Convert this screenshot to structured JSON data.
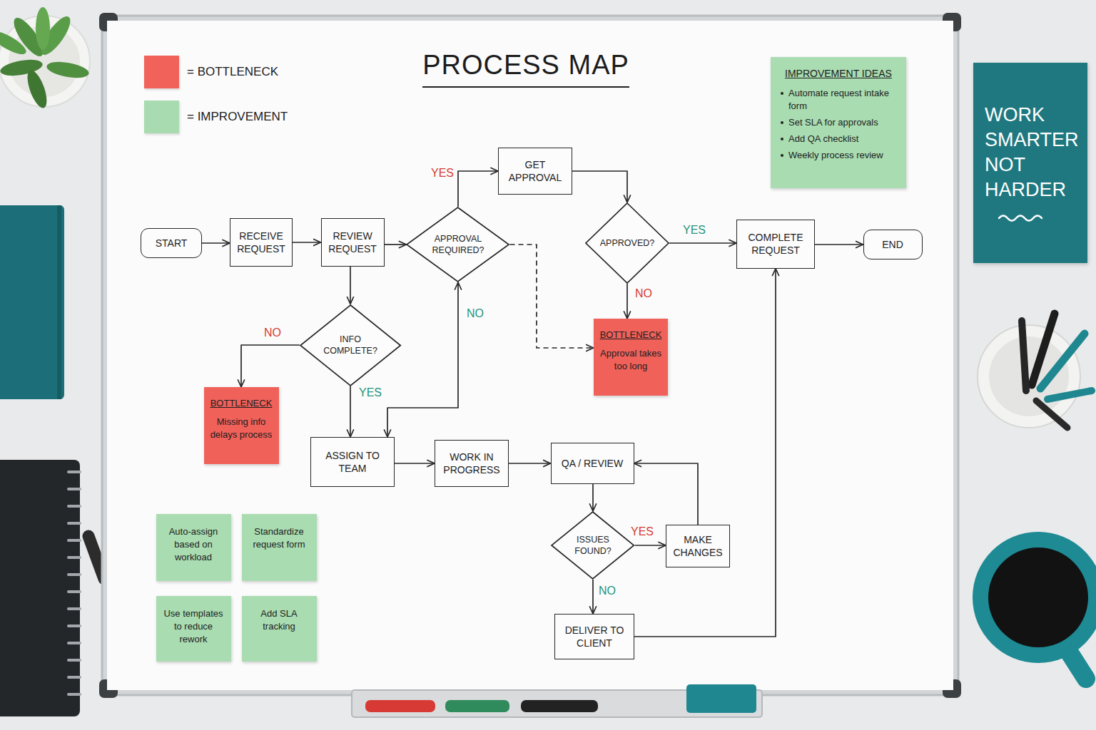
{
  "diagram": {
    "title": "PROCESS MAP",
    "nodes": [
      {
        "text": [
          "START"
        ]
      },
      {
        "text": [
          "RECEIVE REQUEST"
        ]
      },
      {
        "text": [
          "REVIEW REQUEST"
        ]
      },
      {
        "text": [
          "APPROVAL REQUIRED?"
        ]
      },
      {
        "text": [
          "GET APPROVAL"
        ]
      },
      {
        "text": [
          "APPROVED?"
        ]
      },
      {
        "text": [
          "COMPLETE REQUEST"
        ]
      },
      {
        "text": [
          "END"
        ]
      },
      {
        "text": [
          "INFO COMPLETE?"
        ]
      },
      {
        "text": [
          "BOTTLENECK",
          "Missing info delays process"
        ]
      },
      {
        "text": [
          "BOTTLENECK",
          "Approval takes too long"
        ]
      },
      {
        "text": [
          "ASSIGN TO TEAM"
        ]
      },
      {
        "text": [
          "WORK IN PROGRESS"
        ]
      },
      {
        "text": [
          "QA / REVIEW"
        ]
      },
      {
        "text": [
          "ISSUES FOUND?"
        ]
      },
      {
        "text": [
          "MAKE CHANGES"
        ]
      },
      {
        "text": [
          "DELIVER TO CLIENT"
        ]
      },
      {
        "text": [
          "IMPROVEMENT IDEAS",
          "Automate request intake form",
          "Set SLA for approvals",
          "Add QA checklist",
          "Weekly process review"
        ]
      },
      {
        "text": [
          "Auto-assign based on workload"
        ]
      },
      {
        "text": [
          "Standardize request form"
        ]
      },
      {
        "text": [
          "Use templates to reduce rework"
        ]
      },
      {
        "text": [
          "Add SLA tracking"
        ]
      },
      {
        "text": [
          "WORK SMARTER NOT HARDER"
        ]
      }
    ],
    "edges": [
      {
        "from": 0,
        "to": 1,
        "arrow": "to"
      },
      {
        "from": 1,
        "to": 2,
        "arrow": "to"
      },
      {
        "from": 2,
        "to": 3,
        "arrow": "to"
      },
      {
        "from": 2,
        "to": 8,
        "arrow": "to"
      },
      {
        "from": 3,
        "to": 4,
        "label": "YES",
        "arrow": "to"
      },
      {
        "from": 3,
        "to": 11,
        "label": "NO",
        "arrow": "both"
      },
      {
        "from": 3,
        "to": 10,
        "arrow": "to"
      },
      {
        "from": 4,
        "to": 5,
        "arrow": "to"
      },
      {
        "from": 5,
        "to": 6,
        "label": "YES",
        "arrow": "to"
      },
      {
        "from": 5,
        "to": 10,
        "label": "NO",
        "arrow": "to"
      },
      {
        "from": 6,
        "to": 7,
        "arrow": "to"
      },
      {
        "from": 8,
        "to": 9,
        "label": "NO",
        "arrow": "to"
      },
      {
        "from": 8,
        "to": 11,
        "label": "YES",
        "arrow": "to"
      },
      {
        "from": 11,
        "to": 12,
        "arrow": "to"
      },
      {
        "from": 12,
        "to": 13,
        "arrow": "to"
      },
      {
        "from": 13,
        "to": 14,
        "arrow": "to"
      },
      {
        "from": 14,
        "to": 15,
        "label": "YES",
        "arrow": "to"
      },
      {
        "from": 15,
        "to": 13,
        "arrow": "to"
      },
      {
        "from": 14,
        "to": 16,
        "label": "NO",
        "arrow": "to"
      },
      {
        "from": 16,
        "to": 6,
        "arrow": "to"
      }
    ],
    "legend": [
      {
        "text": "= BOTTLENECK",
        "color": "#f0625a"
      },
      {
        "text": "= IMPROVEMENT",
        "color": "#a8dcb0"
      }
    ]
  }
}
